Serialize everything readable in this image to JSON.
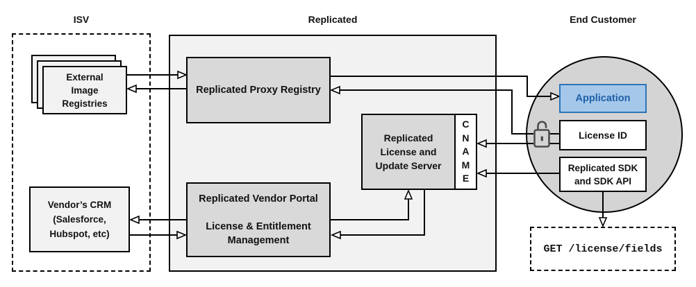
{
  "sections": {
    "isv": {
      "label": "ISV"
    },
    "replicated": {
      "label": "Replicated"
    },
    "end_customer": {
      "label": "End Customer"
    }
  },
  "nodes": {
    "external_image_registries": {
      "label": "External\nImage\nRegistries"
    },
    "vendor_crm": {
      "label": "Vendor’s CRM\n(Salesforce,\nHubspot, etc)"
    },
    "proxy_registry": {
      "label": "Replicated Proxy Registry"
    },
    "license_update_server": {
      "label": "Replicated\nLicense and\nUpdate Server"
    },
    "cname": {
      "label": "C\nN\nA\nM\nE"
    },
    "vendor_portal": {
      "label": "Replicated Vendor Portal\n\nLicense & Entitlement\nManagement"
    },
    "application": {
      "label": "Application"
    },
    "license_id": {
      "label": "License ID"
    },
    "replicated_sdk": {
      "label": "Replicated SDK\nand SDK API"
    },
    "api_request": {
      "label": "GET /license/fields"
    }
  },
  "icons": {
    "unlock": "open-padlock"
  },
  "colors": {
    "canvas_bg": "#ffffff",
    "line": "#000000",
    "container_fill": "#f2f2f2",
    "container_border": "#000000",
    "node_fill": "#d9d9d9",
    "light_node_fill": "#f2f2f2",
    "circle_fill": "#d4d4d4",
    "application_fill": "#a5c8ea",
    "application_border": "#2e74b5",
    "application_text": "#1f5fa8",
    "lock_icon": "#4d4d4d",
    "text": "#111111"
  }
}
